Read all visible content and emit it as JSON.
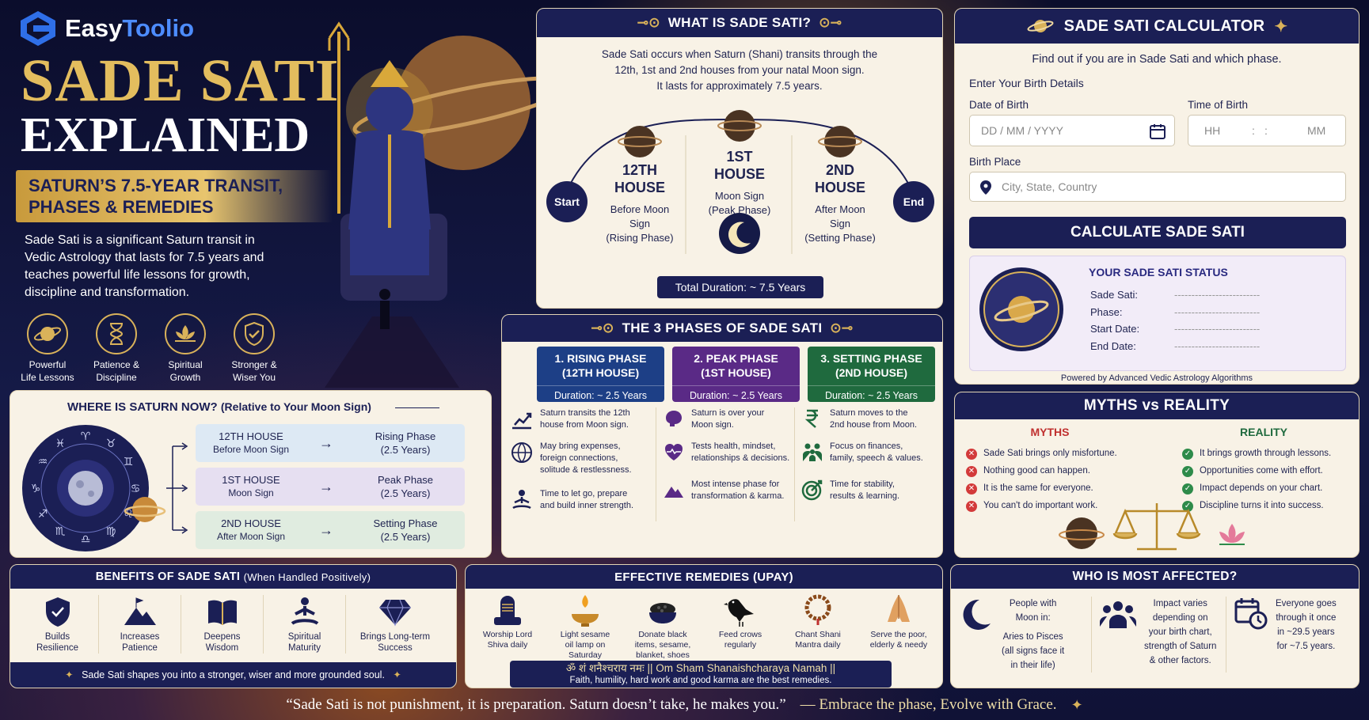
{
  "brand": {
    "name_a": "Easy",
    "name_b": "Toolio"
  },
  "hero": {
    "title1": "SADE SATI",
    "title2": "EXPLAINED",
    "subtitle_l1": "SATURN’S 7.5-YEAR TRANSIT,",
    "subtitle_l2": "PHASES & REMEDIES",
    "intro": [
      "Sade Sati is a significant Saturn transit in",
      "Vedic Astrology that lasts for 7.5 years and",
      "teaches powerful life lessons for growth,",
      "discipline and transformation."
    ],
    "features": [
      {
        "l1": "Powerful",
        "l2": "Life Lessons",
        "icon": "saturn-icon"
      },
      {
        "l1": "Patience &",
        "l2": "Discipline",
        "icon": "hourglass-icon"
      },
      {
        "l1": "Spiritual",
        "l2": "Growth",
        "icon": "lotus-icon"
      },
      {
        "l1": "Stronger &",
        "l2": "Wiser You",
        "icon": "shield-check-icon"
      }
    ]
  },
  "what": {
    "title": "WHAT IS SADE SATI?",
    "desc": [
      "Sade Sati occurs when Saturn (Shani) transits through the",
      "12th, 1st and 2nd houses from your natal Moon sign.",
      "It lasts for approximately 7.5 years."
    ],
    "start": "Start",
    "end": "End",
    "houses": [
      {
        "l1": "12TH",
        "l2": "HOUSE",
        "d1": "Before Moon",
        "d2": "Sign",
        "d3": "(Rising Phase)"
      },
      {
        "l1": "1ST",
        "l2": "HOUSE",
        "d1": "Moon Sign",
        "d2": "(Peak Phase)",
        "d3": ""
      },
      {
        "l1": "2ND",
        "l2": "HOUSE",
        "d1": "After Moon",
        "d2": "Sign",
        "d3": "(Setting Phase)"
      }
    ],
    "duration": "Total Duration: ~ 7.5 Years"
  },
  "calc": {
    "title": "SADE SATI CALCULATOR",
    "desc": "Find out if you are in Sade Sati and which phase.",
    "enter": "Enter Your Birth Details",
    "dob_label": "Date of Birth",
    "dob_ph": "DD / MM / YYYY",
    "tob_label": "Time of Birth",
    "hh": "HH",
    "colon": ":",
    "mm": "MM",
    "place_label": "Birth Place",
    "place_ph": "City, State, Country",
    "button": "CALCULATE SADE SATI",
    "status_title": "YOUR SADE SATI STATUS",
    "rows": [
      {
        "k": "Sade Sati:"
      },
      {
        "k": "Phase:"
      },
      {
        "k": "Start Date:"
      },
      {
        "k": "End Date:"
      }
    ],
    "powered": "Powered by Advanced Vedic Astrology Algorithms"
  },
  "where": {
    "title": "WHERE IS SATURN NOW?",
    "title_sub": "(Relative to Your Moon Sign)",
    "rows": [
      {
        "h1": "12TH HOUSE",
        "h2": "Before Moon Sign",
        "p1": "Rising Phase",
        "p2": "(2.5 Years)",
        "color": "#dde9f4"
      },
      {
        "h1": "1ST HOUSE",
        "h2": "Moon Sign",
        "p1": "Peak Phase",
        "p2": "(2.5 Years)",
        "color": "#e6dff1"
      },
      {
        "h1": "2ND HOUSE",
        "h2": "After Moon Sign",
        "p1": "Setting Phase",
        "p2": "(2.5 Years)",
        "color": "#e0ece0"
      }
    ],
    "arrow": "→"
  },
  "phases": {
    "title": "THE 3 PHASES OF SADE SATI",
    "cols": [
      {
        "h1": "1. RISING PHASE",
        "h2": "(12TH HOUSE)",
        "dur": "Duration: ~ 2.5 Years",
        "color": "#1d3f86",
        "items": [
          {
            "icon": "chart-up-icon",
            "l": [
              "Saturn transits the 12th",
              "house from Moon sign."
            ]
          },
          {
            "icon": "globe-icon",
            "l": [
              "May bring expenses,",
              "foreign connections,",
              "solitude & restlessness."
            ]
          },
          {
            "icon": "meditation-icon",
            "l": [
              "Time to let go, prepare",
              "and build inner strength."
            ]
          }
        ]
      },
      {
        "h1": "2. PEAK PHASE",
        "h2": "(1ST HOUSE)",
        "dur": "Duration: ~ 2.5 Years",
        "color": "#5a2a86",
        "items": [
          {
            "icon": "brain-icon",
            "l": [
              "Saturn is over your",
              "Moon sign."
            ]
          },
          {
            "icon": "heart-pulse-icon",
            "l": [
              "Tests health, mindset,",
              "relationships & decisions."
            ]
          },
          {
            "icon": "mountain-icon",
            "l": [
              "Most intense phase for",
              "transformation & karma."
            ]
          }
        ]
      },
      {
        "h1": "3. SETTING PHASE",
        "h2": "(2ND HOUSE)",
        "dur": "Duration: ~ 2.5 Years",
        "color": "#1f6a3e",
        "items": [
          {
            "icon": "rupee-icon",
            "l": [
              "Saturn moves to the",
              "2nd house from Moon."
            ]
          },
          {
            "icon": "family-icon",
            "l": [
              "Focus on finances,",
              "family, speech & values."
            ]
          },
          {
            "icon": "target-icon",
            "l": [
              "Time for stability,",
              "results & learning."
            ]
          }
        ]
      }
    ]
  },
  "myths": {
    "title": "MYTHS vs REALITY",
    "myths_h": "MYTHS",
    "reality_h": "REALITY",
    "myths": [
      "Sade Sati brings only misfortune.",
      "Nothing good can happen.",
      "It is the same for everyone.",
      "You can't do important work."
    ],
    "reality": [
      "It brings growth through lessons.",
      "Opportunities come with effort.",
      "Impact depends on your chart.",
      "Discipline turns it into success."
    ]
  },
  "benefits": {
    "title": "BENEFITS OF SADE SATI",
    "title_sub": "(When Handled Positively)",
    "items": [
      {
        "icon": "shield-icon",
        "l1": "Builds",
        "l2": "Resilience"
      },
      {
        "icon": "mountain-flag-icon",
        "l1": "Increases",
        "l2": "Patience"
      },
      {
        "icon": "book-icon",
        "l1": "Deepens",
        "l2": "Wisdom"
      },
      {
        "icon": "meditation-icon",
        "l1": "Spiritual",
        "l2": "Maturity"
      },
      {
        "icon": "diamond-icon",
        "l1": "Brings Long-term",
        "l2": "Success"
      }
    ],
    "footer": "Sade Sati shapes you into a stronger, wiser and more grounded soul."
  },
  "remedies": {
    "title": "EFFECTIVE REMEDIES (UPAY)",
    "items": [
      {
        "icon": "shivling-icon",
        "l": [
          "Worship Lord",
          "Shiva daily"
        ]
      },
      {
        "icon": "oil-lamp-icon",
        "l": [
          "Light sesame",
          "oil lamp on",
          "Saturday"
        ]
      },
      {
        "icon": "sesame-bowl-icon",
        "l": [
          "Donate black",
          "items, sesame,",
          "blanket, shoes"
        ]
      },
      {
        "icon": "crow-icon",
        "l": [
          "Feed crows",
          "regularly"
        ]
      },
      {
        "icon": "mala-icon",
        "l": [
          "Chant Shani",
          "Mantra daily"
        ]
      },
      {
        "icon": "folded-hands-icon",
        "l": [
          "Serve the poor,",
          "elderly & needy"
        ]
      }
    ],
    "mantra": "ॐ शं शनैश्चराय नमः  ||  Om Sham Shanaishcharaya Namah ||",
    "note": "Faith, humility, hard work and good karma are the best remedies."
  },
  "affected": {
    "title": "WHO IS MOST AFFECTED?",
    "cols": [
      {
        "icon": "crescent-moon-icon",
        "l": [
          "People with",
          "Moon in:",
          "",
          "Aries to Pisces",
          "(all signs face it",
          "in their life)"
        ]
      },
      {
        "icon": "people-icon",
        "l": [
          "Impact varies",
          "depending on",
          "your birth chart,",
          "strength of Saturn",
          "& other factors."
        ]
      },
      {
        "icon": "calendar-clock-icon",
        "l": [
          "Everyone goes",
          "through it once",
          "in ~29.5 years",
          "for ~7.5 years."
        ]
      }
    ]
  },
  "footer": {
    "quote": "“Sade Sati is not punishment, it is preparation. Saturn doesn’t take, he makes you.”",
    "tag": "— Embrace the phase,  Evolve with Grace."
  },
  "colors": {
    "navy": "#1b1f55",
    "gold": "#d9b25a",
    "cream": "#f8f2e6",
    "red": "#d33a3a",
    "green": "#2e8b4a"
  }
}
